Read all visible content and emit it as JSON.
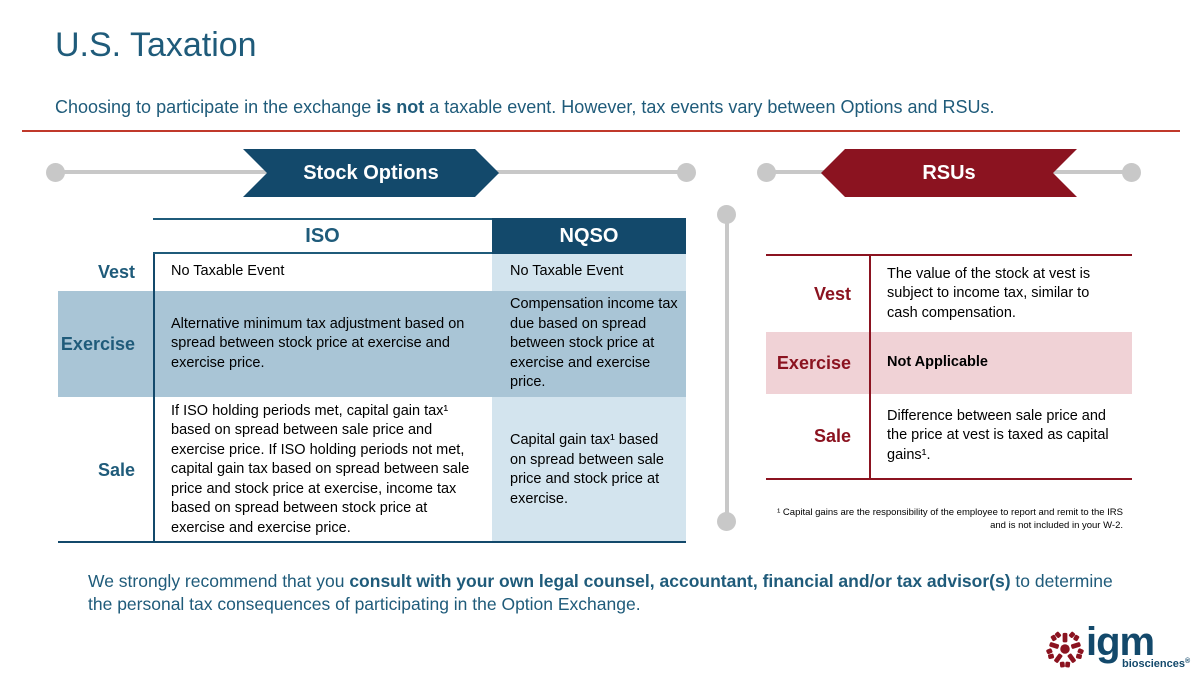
{
  "page": {
    "title": "U.S. Taxation",
    "subtitle_pre": "Choosing to participate in the exchange ",
    "subtitle_bold": "is not",
    "subtitle_post": " a taxable event. However, tax events vary between Options and RSUs."
  },
  "stock_options": {
    "header": "Stock Options",
    "col_iso": "ISO",
    "col_nqso": "NQSO",
    "rows": [
      {
        "label": "Vest",
        "iso": "No Taxable Event",
        "nqso": "No Taxable Event"
      },
      {
        "label": "Exercise",
        "iso": "Alternative minimum tax adjustment based on spread between stock price at exercise and exercise price.",
        "nqso": "Compensation income tax due based on spread between stock price at exercise and exercise price."
      },
      {
        "label": "Sale",
        "iso": "If ISO holding periods met, capital gain tax¹ based on spread between sale price and exercise price.  If ISO holding periods not met, capital gain tax based on spread between sale price and stock price at exercise, income tax based on spread between stock price at exercise and exercise price.",
        "nqso": "Capital gain tax¹ based on spread between sale price and stock price at exercise."
      }
    ]
  },
  "rsus": {
    "header": "RSUs",
    "rows": [
      {
        "label": "Vest",
        "text": "The value of the stock at vest is subject to income tax, similar to cash compensation."
      },
      {
        "label": "Exercise",
        "text": "Not Applicable"
      },
      {
        "label": "Sale",
        "text": "Difference between sale price and the price at vest is taxed as capital gains¹."
      }
    ],
    "footnote": "¹ Capital gains are the responsibility of the employee to report and remit to the IRS and is not included in your W-2."
  },
  "recommendation": {
    "pre": "We strongly recommend that you ",
    "bold": "consult with your own legal counsel, accountant, financial and/or tax advisor(s)",
    "post": " to determine the personal tax consequences of participating in the Option Exchange."
  },
  "logo": {
    "word": "igm",
    "sub": "biosciences",
    "registered": "®",
    "icon": "igm-antibody-mark-icon"
  },
  "colors": {
    "options_blue": "#13496b",
    "title_blue": "#1f5b7a",
    "rsu_red": "#8b1320",
    "divider_red": "#c0392b"
  }
}
